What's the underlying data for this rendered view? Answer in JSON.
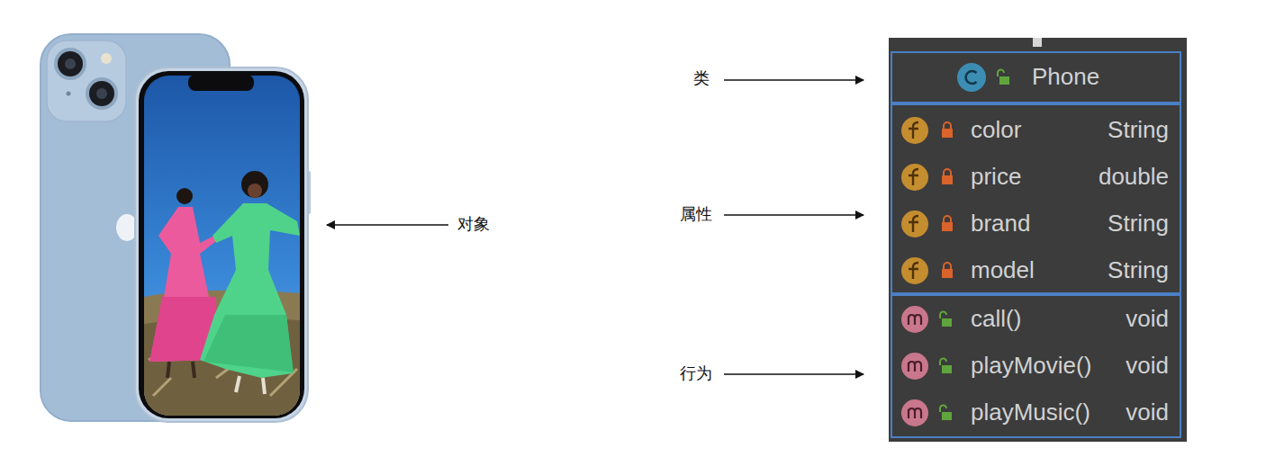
{
  "diagram": {
    "nodes": [
      {
        "text": [
          "Phone"
        ]
      },
      {
        "text": [
          "color",
          "String",
          "price",
          "double",
          "brand",
          "String",
          "model",
          "String"
        ]
      },
      {
        "text": [
          "call()",
          "void",
          "playMovie()",
          "void",
          "playMusic()",
          "void"
        ]
      }
    ],
    "labels": [
      "对象",
      "类",
      "属性",
      "行为"
    ]
  }
}
